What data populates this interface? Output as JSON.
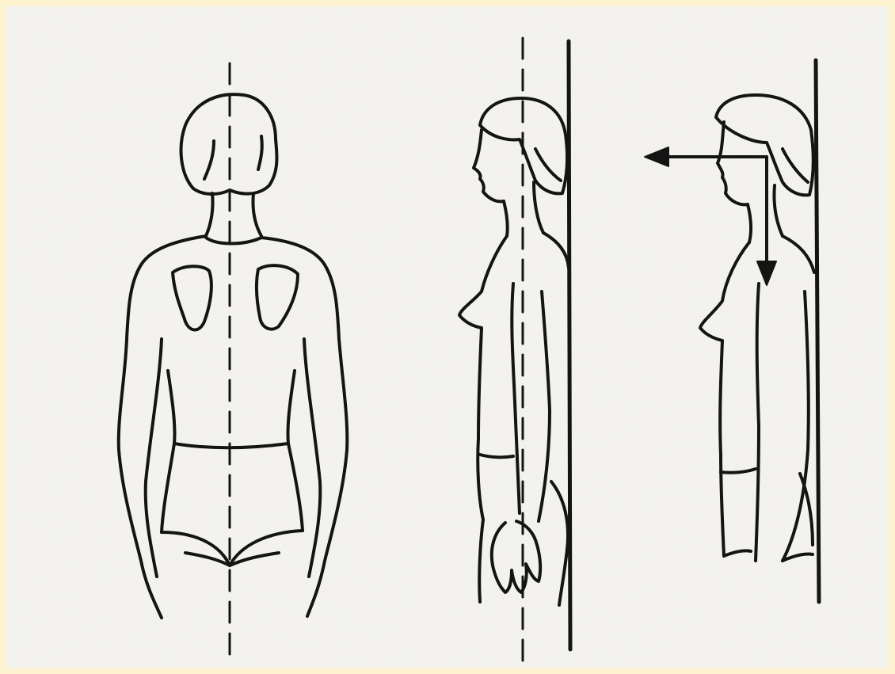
{
  "illustration": {
    "subject": "posture-check-figures",
    "panels": [
      "back-view-posture-figure",
      "side-view-against-wall-figure",
      "side-view-gaze-and-load-arrows-figure"
    ],
    "colors": {
      "border": "#fdf3d0",
      "paper": "#f4f3ef",
      "ink": "#141414"
    }
  }
}
